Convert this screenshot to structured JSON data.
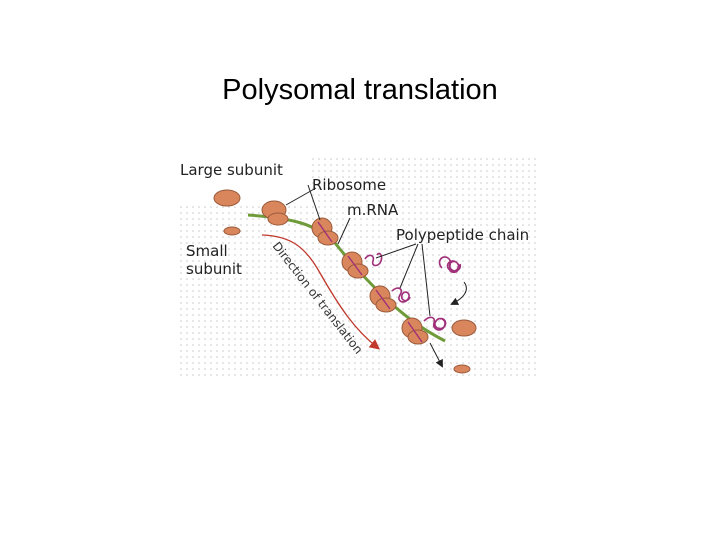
{
  "slide": {
    "title": "Polysomal translation"
  },
  "figure": {
    "labels": {
      "large_subunit": "Large subunit",
      "ribosome": "Ribosome",
      "mrna": "m.RNA",
      "small_subunit_line1": "Small",
      "small_subunit_line2": "subunit",
      "polypeptide_chain": "Polypeptide chain",
      "direction": "Direction of translation"
    },
    "colors": {
      "ribosome_fill": "#d9865c",
      "ribosome_stroke": "#9a5a3a",
      "mrna": "#6f9b3a",
      "polypeptide": "#a0307a",
      "arrow_red": "#c0392b",
      "grid_dots": "#c8c8c8"
    }
  }
}
